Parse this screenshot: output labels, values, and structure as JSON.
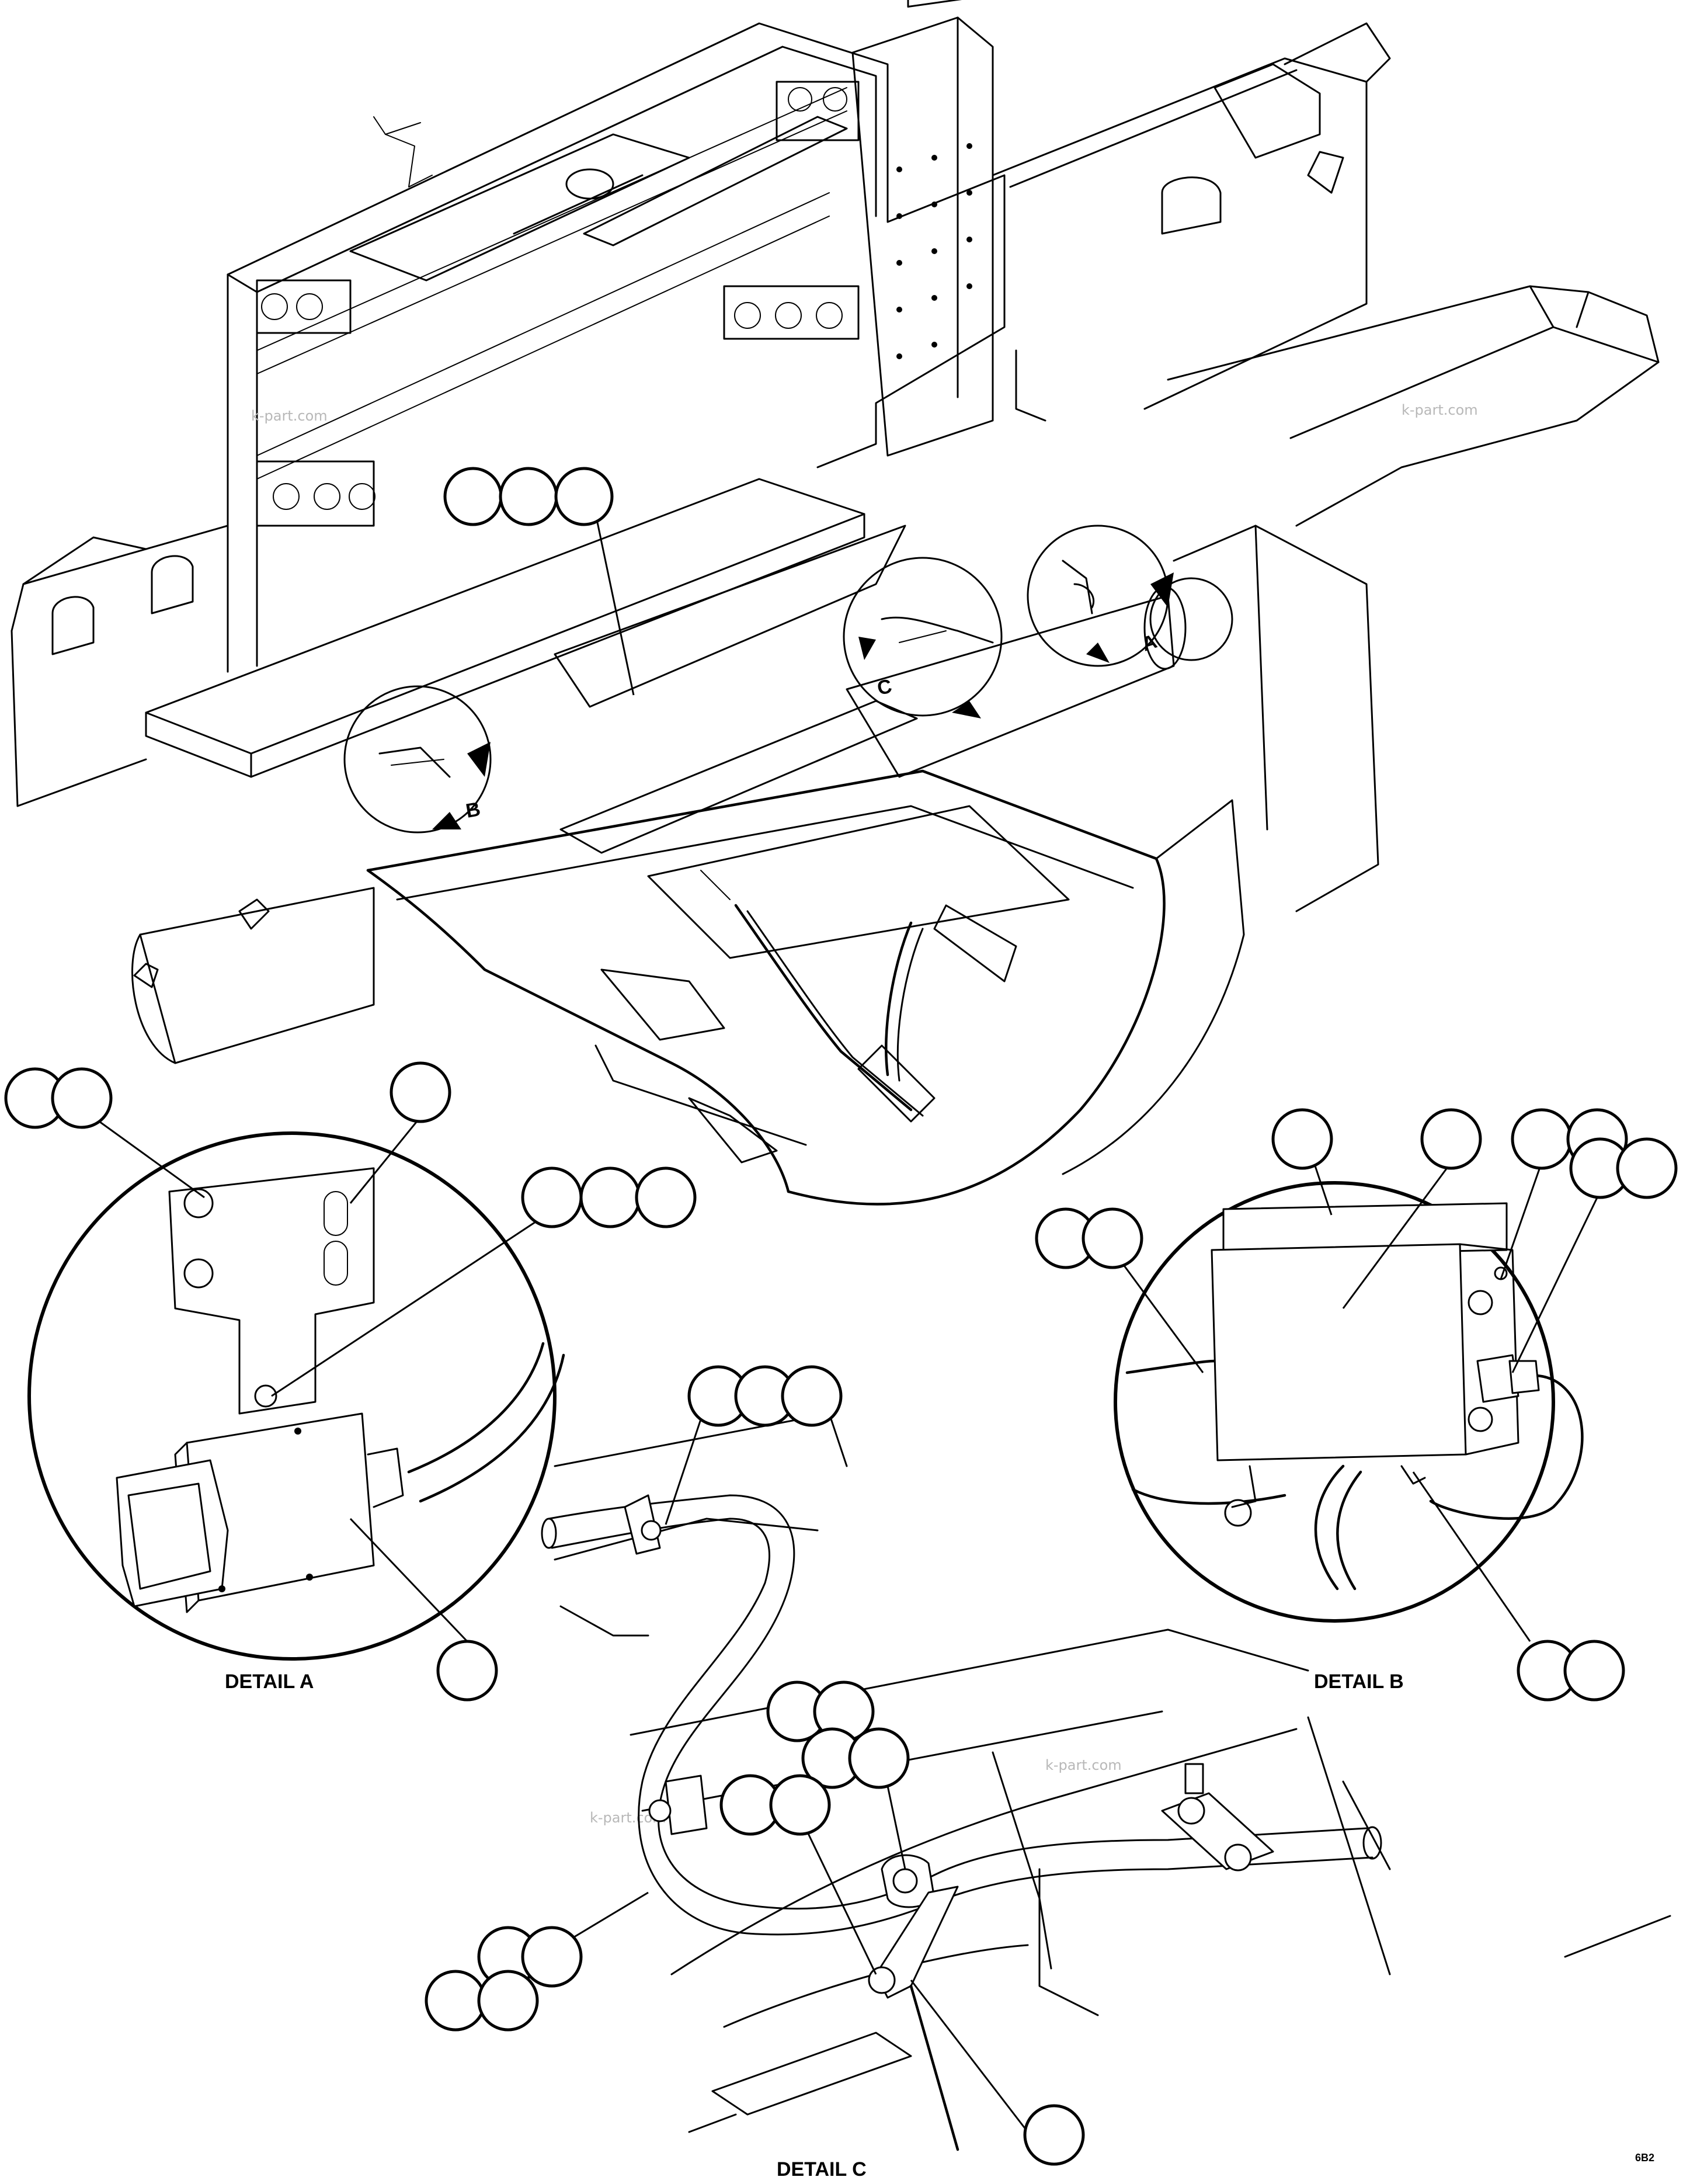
{
  "detail_labels": {
    "a": "DETAIL A",
    "b": "DETAIL B",
    "c": "DETAIL C"
  },
  "view_letters": {
    "a": "A",
    "b": "B",
    "c": "C"
  },
  "watermark": "k-part.com",
  "figure_code": "6B2"
}
